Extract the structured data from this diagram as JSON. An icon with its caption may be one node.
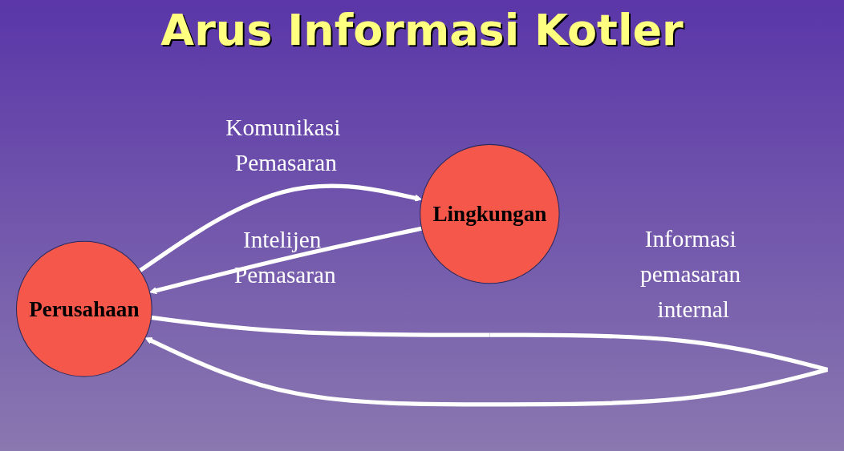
{
  "diagram": {
    "title": "Arus Informasi Kotler",
    "nodes": [
      {
        "text": [
          "Perusahaan"
        ]
      },
      {
        "text": [
          "Lingkungan"
        ]
      }
    ],
    "edges": [
      {
        "from": 0,
        "to": 0,
        "arrow": "to",
        "label": "Informasi pemasaran internal"
      },
      {
        "from": 1,
        "to": 0,
        "arrow": "to",
        "label": "Intelijen Pemasaran"
      },
      {
        "from": 0,
        "to": 1,
        "arrow": "to",
        "label": "Komunikasi Pemasaran"
      }
    ]
  }
}
